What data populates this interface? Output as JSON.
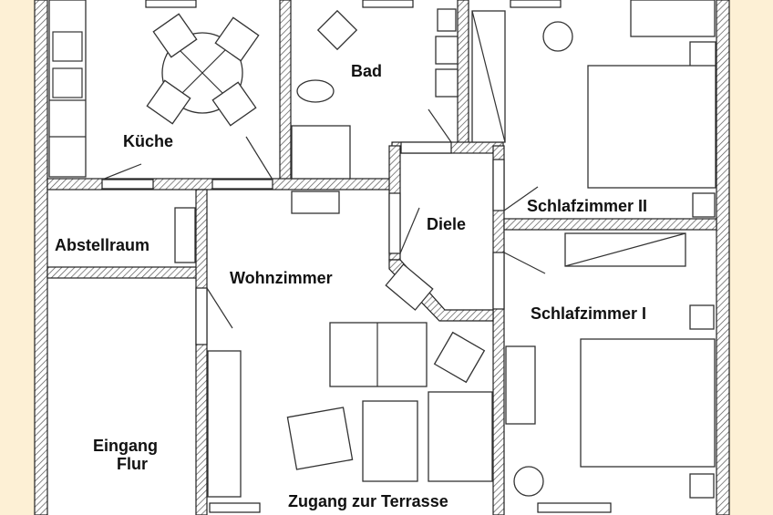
{
  "rooms": {
    "kueche": "Küche",
    "bad": "Bad",
    "abstellraum": "Abstellraum",
    "diele": "Diele",
    "wohnzimmer": "Wohnzimmer",
    "schlafzimmer2": "Schlafzimmer II",
    "schlafzimmer1": "Schlafzimmer I",
    "eingang_line1": "Eingang",
    "eingang_line2": "Flur",
    "terrasse": "Zugang zur Terrasse"
  },
  "colors": {
    "background": "#fdf0d5",
    "floor": "#ffffff",
    "wall": "#222222"
  }
}
